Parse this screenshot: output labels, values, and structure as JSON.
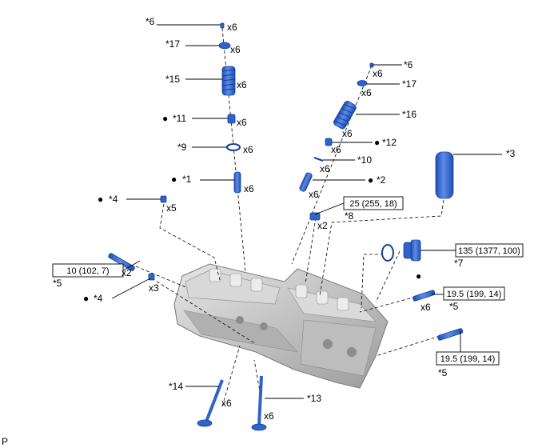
{
  "figure": {
    "corner_mark": "P",
    "bullet": "●"
  },
  "labels": {
    "l6a": "*6",
    "q6a": "x6",
    "l17a": "*17",
    "q17a": "x6",
    "l15": "*15",
    "q15": "x6",
    "l11": "*11",
    "q11": "x6",
    "l9": "*9",
    "q9": "x6",
    "l1": "*1",
    "q1": "x6",
    "l4a": "*4",
    "q4a": "x5",
    "l6b": "*6",
    "q6b": "x6",
    "l17b": "*17",
    "q17b": "x6",
    "l16": "*16",
    "q16": "x6",
    "l12": "*12",
    "q12": "x6",
    "l10": "*10",
    "q10": "x6",
    "l2": "*2",
    "q2": "x6",
    "l3": "*3",
    "l8": "*8",
    "q8": "x2",
    "l5a": "*5",
    "q5a": "x2",
    "l4b": "*4",
    "q4b": "x3",
    "l7": "*7",
    "l5b": "*5",
    "q5b": "x6",
    "l5c": "*5",
    "l14": "*14",
    "q14": "x6",
    "l13": "*13",
    "q13": "x6"
  },
  "torques": {
    "t8": "25 (255, 18)",
    "t5a": "10 (102, 7)",
    "t7": "135 (1377, 100)",
    "t5b": "19.5 (199, 14)",
    "t5c": "19.5 (199, 14)"
  },
  "colors": {
    "part_blue": "#2f63c9",
    "part_outline": "#173f93",
    "head_grey": "#c9c9c9"
  }
}
